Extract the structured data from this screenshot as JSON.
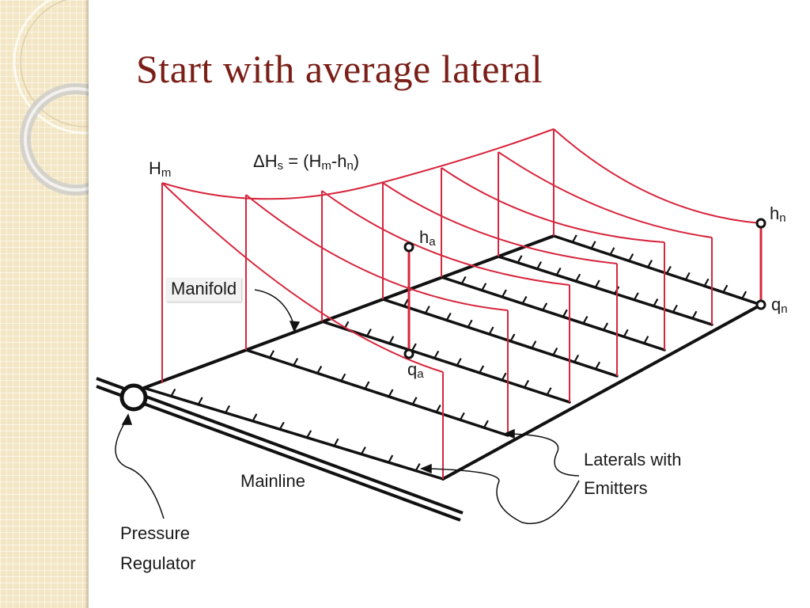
{
  "slide": {
    "title": "Start with average lateral"
  },
  "diagram": {
    "labels": {
      "hm_base": "H",
      "hm_sub": "m",
      "dhs_prefix": "ΔH",
      "dhs_sub_s": "s",
      "dhs_mid": " = (H",
      "dhs_sub_m": "m",
      "dhs_dash": "-h",
      "dhs_sub_n": "n",
      "dhs_close": ")",
      "hn_base": "h",
      "hn_sub": "n",
      "ha_base": "h",
      "ha_sub": "a",
      "qa_base": "q",
      "qa_sub": "a",
      "qn_base": "q",
      "qn_sub": "n",
      "manifold": "Manifold",
      "mainline": "Mainline",
      "laterals_line1": "Laterals with",
      "laterals_line2": "Emitters",
      "pressure_line1": "Pressure",
      "pressure_line2": "Regulator"
    },
    "colors": {
      "pressure_profile": "#d7263d",
      "pipe_network": "#111111",
      "title": "#7a1f17",
      "side_panel": "#f3e6c4"
    }
  }
}
